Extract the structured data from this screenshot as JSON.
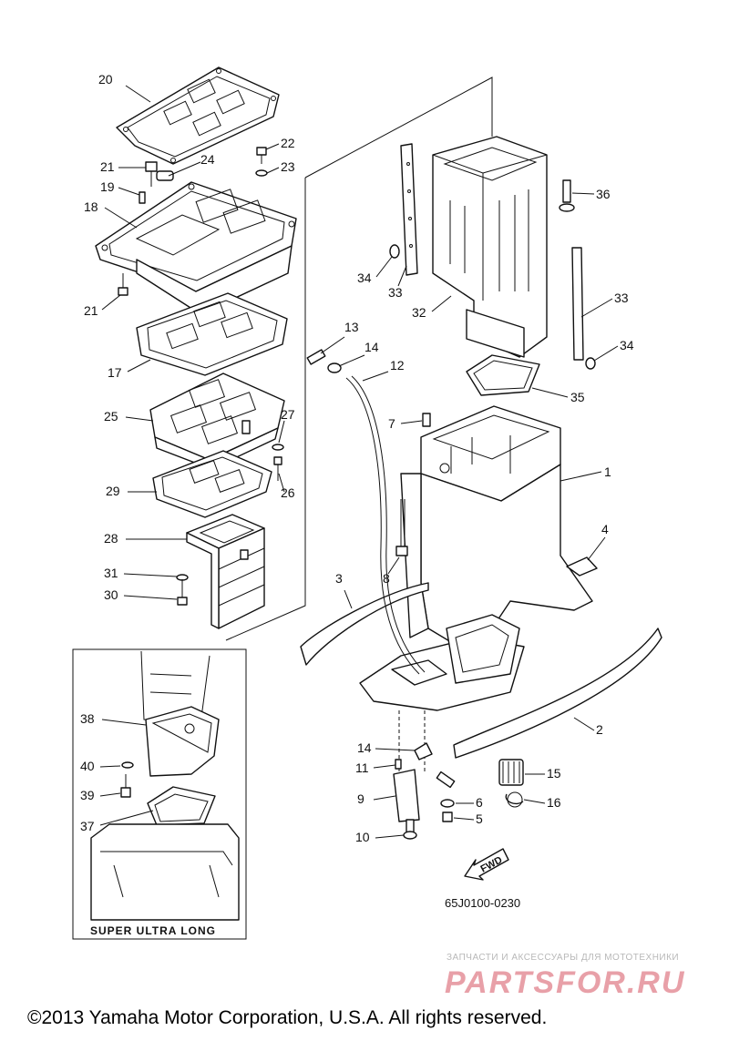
{
  "diagram": {
    "callouts": [
      {
        "id": "c20",
        "label": "20"
      },
      {
        "id": "c22",
        "label": "22"
      },
      {
        "id": "c24",
        "label": "24"
      },
      {
        "id": "c21a",
        "label": "21"
      },
      {
        "id": "c23",
        "label": "23"
      },
      {
        "id": "c19",
        "label": "19"
      },
      {
        "id": "c18",
        "label": "18"
      },
      {
        "id": "c21b",
        "label": "21"
      },
      {
        "id": "c17",
        "label": "17"
      },
      {
        "id": "c25",
        "label": "25"
      },
      {
        "id": "c27",
        "label": "27"
      },
      {
        "id": "c26",
        "label": "26"
      },
      {
        "id": "c29",
        "label": "29"
      },
      {
        "id": "c28",
        "label": "28"
      },
      {
        "id": "c31",
        "label": "31"
      },
      {
        "id": "c30",
        "label": "30"
      },
      {
        "id": "c36",
        "label": "36"
      },
      {
        "id": "c34a",
        "label": "34"
      },
      {
        "id": "c33a",
        "label": "33"
      },
      {
        "id": "c32",
        "label": "32"
      },
      {
        "id": "c33b",
        "label": "33"
      },
      {
        "id": "c34b",
        "label": "34"
      },
      {
        "id": "c13",
        "label": "13"
      },
      {
        "id": "c14a",
        "label": "14"
      },
      {
        "id": "c12",
        "label": "12"
      },
      {
        "id": "c35",
        "label": "35"
      },
      {
        "id": "c7",
        "label": "7"
      },
      {
        "id": "c1",
        "label": "1"
      },
      {
        "id": "c4",
        "label": "4"
      },
      {
        "id": "c8",
        "label": "8"
      },
      {
        "id": "c3",
        "label": "3"
      },
      {
        "id": "c2",
        "label": "2"
      },
      {
        "id": "c14b",
        "label": "14"
      },
      {
        "id": "c11",
        "label": "11"
      },
      {
        "id": "c15",
        "label": "15"
      },
      {
        "id": "c9",
        "label": "9"
      },
      {
        "id": "c6",
        "label": "6"
      },
      {
        "id": "c16",
        "label": "16"
      },
      {
        "id": "c5",
        "label": "5"
      },
      {
        "id": "c10",
        "label": "10"
      },
      {
        "id": "c38",
        "label": "38"
      },
      {
        "id": "c40",
        "label": "40"
      },
      {
        "id": "c39",
        "label": "39"
      },
      {
        "id": "c37",
        "label": "37"
      }
    ],
    "inset_label": "SUPER ULTRA LONG",
    "fwd_label": "FWD",
    "reference_code": "65J0100-0230"
  },
  "watermark": {
    "tagline": "ЗАПЧАСТИ И АКСЕССУАРЫ ДЛЯ МОТОТЕХНИКИ",
    "brand": "PARTSFOR.RU",
    "brand_color": "#e8a0a8"
  },
  "footer": {
    "copyright": "©2013 Yamaha Motor Corporation, U.S.A. All rights reserved."
  }
}
